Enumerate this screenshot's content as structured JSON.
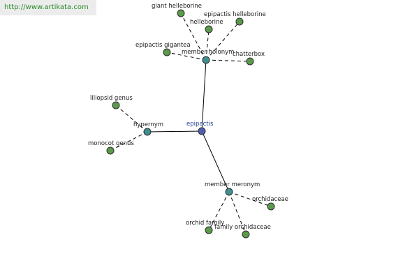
{
  "watermark": "http://www.artikata.com",
  "colors": {
    "center": "#4f5eb0",
    "relation": "#3f8f8f",
    "leaf": "#5a9a4a"
  },
  "nodes": {
    "epipactis": "epipactis",
    "member_holonym": "member holonym",
    "hypernym": "hypernym",
    "member_meronym": "member meronym",
    "giant_helleborine": "giant helleborine",
    "helleborine": "helleborine",
    "epipactis_helleborine": "epipactis helleborine",
    "epipactis_gigantea": "epipactis gigantea",
    "chatterbox": "chatterbox",
    "liliopsid_genus": "liliopsid genus",
    "monocot_genus": "monocot genus",
    "orchidaceae": "orchidaceae",
    "orchid_family": "orchid family",
    "family_orchidaceae": "family orchidaceae"
  }
}
